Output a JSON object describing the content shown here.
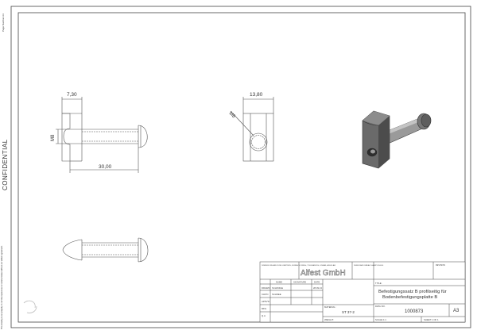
{
  "side": {
    "confidential": "CONFIDENTIAL",
    "page_number": "Page Number A3",
    "note": "This drawing is our property. It can't be reproduced or communicated without our written agreement."
  },
  "dimensions": {
    "length_small": "7,30",
    "thread_left": "M8",
    "length_total": "30,00",
    "width": "13,80",
    "thread_mid": "M8"
  },
  "title_block": {
    "disclaimer": "DIMENSIONS ARE IN MILLIMETERS; SURFACE FINISH; TOLERANCES; LINEAR; ANGULAR",
    "company": "Alfest GmbH",
    "row_labels": [
      "DRAWN",
      "CHK'D",
      "APPV'D",
      "MFG",
      "Q.A"
    ],
    "col_labels": [
      "NAME",
      "SIGNATURE",
      "DATE"
    ],
    "names": [
      "SCHINDLE",
      "SCHNEE"
    ],
    "date": "28.09.13",
    "material_label": "MATERIAL:",
    "material": "ST 37-2",
    "weight_label": "WEIGHT:",
    "title_label": "TITLE:",
    "title_line1": "Befestigungssatz B profilseitig für",
    "title_line2": "Bodenbefestigungsplatte B",
    "dwg_label": "DWG NO.",
    "dwg_no": "1000873",
    "size": "A3",
    "scale": "SCALE:1:1",
    "sheet": "SHEET 1 OF 1",
    "edge": "DEBUR AND BREAK SHARP EDGES",
    "rev": "REVISION"
  }
}
